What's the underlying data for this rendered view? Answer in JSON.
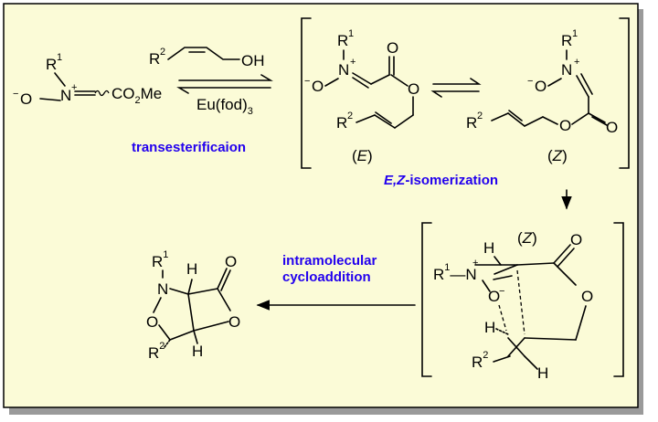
{
  "colors": {
    "panel_background": "#fbfbd7",
    "panel_border": "#000000",
    "panel_shadow": "#9a9a9a",
    "label_color": "#2200ee"
  },
  "labels": {
    "transesterification": "transesterificaion",
    "isomerization_ez": "E,Z",
    "isomerization_rest": "-isomerization",
    "cyclo_line1": "intramolecular",
    "cyclo_line2": "cycloaddition"
  },
  "atoms": {
    "R": "R",
    "one": "1",
    "two": "2",
    "N": "N",
    "O": "O",
    "H": "H",
    "OH": "OH",
    "CO2Me_a": "CO",
    "CO2Me_sub": "2",
    "CO2Me_b": "Me",
    "plus": "+",
    "minus": "−",
    "bond_dash": "—"
  },
  "reagent": {
    "text": "Eu(fod)",
    "subscript": "3"
  },
  "isomer_tags": {
    "paren_open": "(",
    "paren_close": ")",
    "E": "E",
    "Z": "Z"
  }
}
